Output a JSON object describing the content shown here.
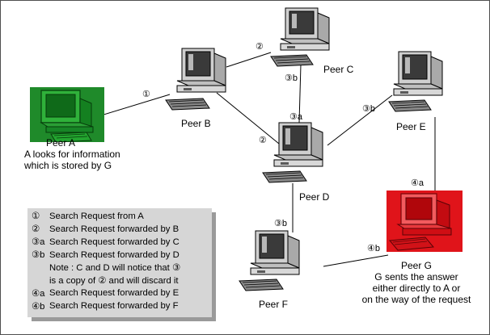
{
  "peers": {
    "a": {
      "name": "Peer A",
      "desc_line1": "A looks for information",
      "desc_line2": "which is stored by G",
      "color": "#1f8a2a"
    },
    "b": {
      "name": "Peer B"
    },
    "c": {
      "name": "Peer C"
    },
    "d": {
      "name": "Peer D"
    },
    "e": {
      "name": "Peer E"
    },
    "f": {
      "name": "Peer F"
    },
    "g": {
      "name": "Peer G",
      "desc_line1": "G sents the answer",
      "desc_line2": "either directly to A or",
      "desc_line3": "on the way of the request",
      "color": "#e0141a"
    }
  },
  "edge_labels": {
    "ab": "①",
    "bc": "②",
    "bd": "②",
    "cd": "③b",
    "dd": "③a",
    "de": "③b",
    "df": "③b",
    "eg": "④a",
    "fg": "④b"
  },
  "legend": {
    "rows": [
      {
        "code": "①",
        "text": "Search Request from A"
      },
      {
        "code": "②",
        "text": "Search Request forwarded by B"
      },
      {
        "code": "③a",
        "text": "Search Request forwarded by C"
      },
      {
        "code": "③b",
        "text": "Search Request forwarded by D"
      }
    ],
    "note_line1": "Note : C and D will notice that ③",
    "note_line2": "is a copy of  ②  and will discard it",
    "rows2": [
      {
        "code": "④a",
        "text": "Search Request forwarded by E"
      },
      {
        "code": "④b",
        "text": "Search Request forwarded by F"
      }
    ]
  }
}
